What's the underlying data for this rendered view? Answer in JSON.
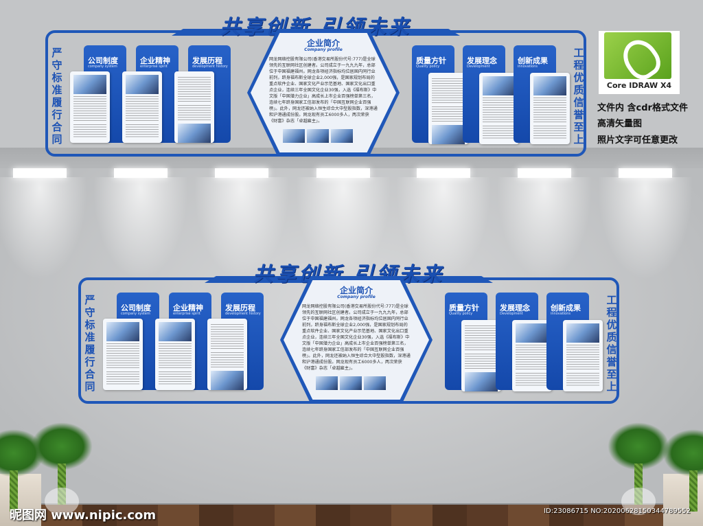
{
  "wall": {
    "title": "共享创新 引领未来",
    "left_slogan": "严守标准 履行合同",
    "right_slogan": "工程优质 信誉至上",
    "left_panels": [
      {
        "title": "公司制度",
        "subtitle": "company system"
      },
      {
        "title": "企业精神",
        "subtitle": "enterprise spirit"
      },
      {
        "title": "发展历程",
        "subtitle": "development history"
      }
    ],
    "right_panels": [
      {
        "title": "质量方针",
        "subtitle": "Quality policy"
      },
      {
        "title": "发展理念",
        "subtitle": "Development"
      },
      {
        "title": "创新成果",
        "subtitle": "innovations"
      }
    ],
    "center": {
      "title": "企业简介",
      "subtitle": "Company profile",
      "body": "网龙网络控股有限公司(香港交易所股份代号:777)是全球领先的互联网社区创建者。公司成立于一九九九年，总部位于中国福建福州。网龙各项经济指标均位居国内同行业前列，跻身福布斯全球企业2,000强，是国家规划布局的重点软件企业、国家文化产业示范基地、国家文化出口重点企业，连续三年全国文化企业30强，入选《福布斯》中文版「中国潜力企业」高成长上市企业百强榜单第三名，连续七年跻身国家工信部发布的「中国互联网企业百强榜」。此外，网龙还被纳入恒生综合大中型股指数，深港通和沪港通成份股。网龙现有员工6000多人，两次荣获《财富》杂志「卓越雇主」。"
    }
  },
  "software_badge": {
    "label": "Core IDRAW X4",
    "icon": "coreldraw-logo"
  },
  "notes": [
    "文件内 含cdr格式文件",
    "高清矢量图",
    "照片文字可任意更改"
  ],
  "watermark": "昵图网 www.nipic.com",
  "image_id": "ID:23086715 NO:20200628150344789552",
  "colors": {
    "accent": "#1f57b8",
    "wall": "#c3c5c7"
  }
}
